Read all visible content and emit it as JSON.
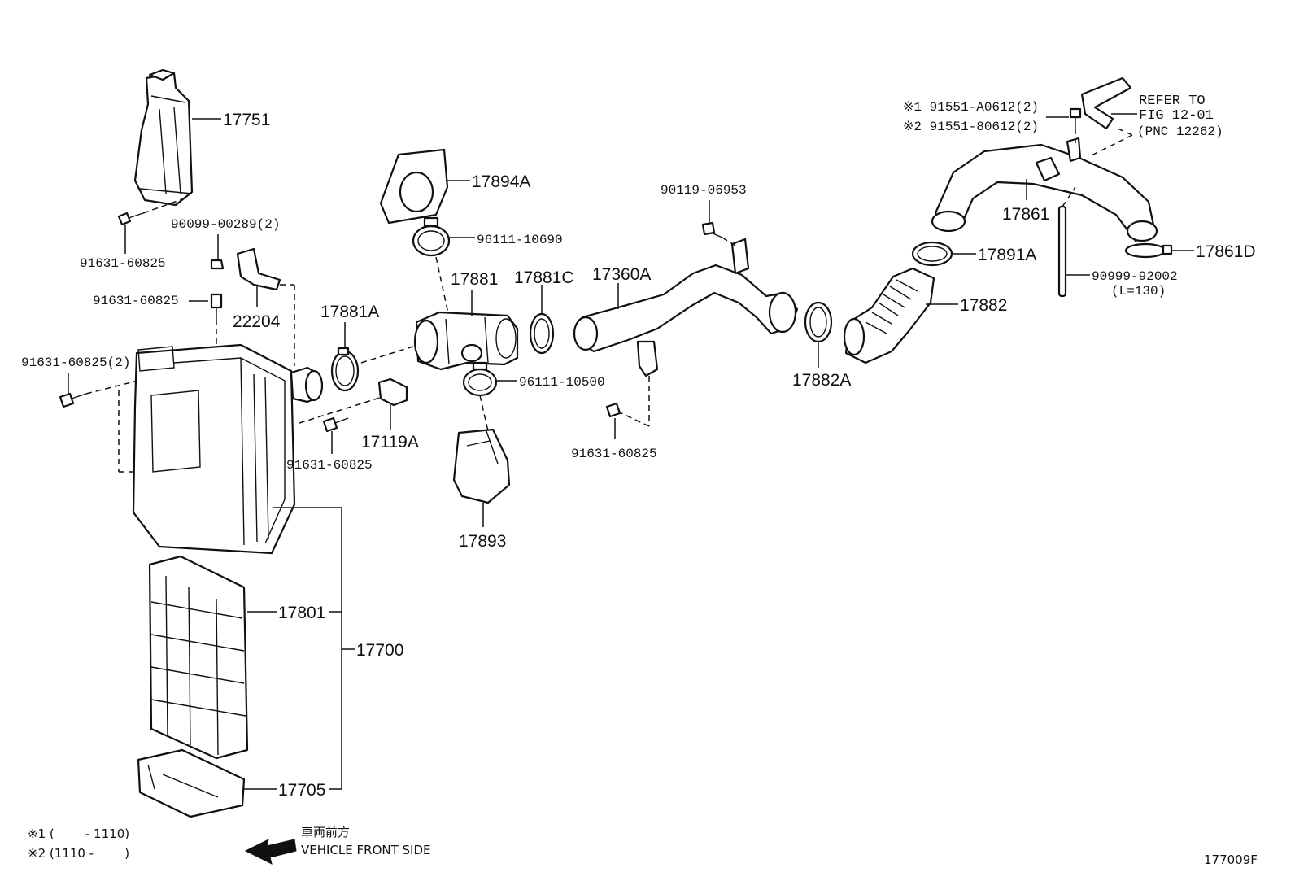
{
  "parts": {
    "p17751": "17751",
    "p90099_00289": "90099-00289(2)",
    "p91631_a": "91631-60825",
    "p91631_b": "91631-60825",
    "p91631_c": "91631-60825(2)",
    "p91631_d": "91631-60825",
    "p91631_e": "91631-60825",
    "p22204": "22204",
    "p17894A": "17894A",
    "p96111_10690": "96111-10690",
    "p17881": "17881",
    "p17881C": "17881C",
    "p17881A": "17881A",
    "p96111_10500": "96111-10500",
    "p17119A": "17119A",
    "p17893": "17893",
    "p90119_06953": "90119-06953",
    "p17360A": "17360A",
    "p17882A": "17882A",
    "p17882": "17882",
    "p17891A": "17891A",
    "p17861": "17861",
    "p17861D": "17861D",
    "p90999_92002": "90999-92002",
    "p90999_len": "(L=130)",
    "p17801": "17801",
    "p17700": "17700",
    "p17705": "17705"
  },
  "refs": {
    "bolt1": "※1 91551-A0612(2)",
    "bolt2": "※2 91551-80612(2)",
    "refer1": "REFER TO",
    "refer2": "FIG 12-01",
    "refer3": "(PNC 12262)"
  },
  "notes": {
    "n1": "※1 (        - 1110)",
    "n2": "※2 (1110 -        )",
    "front_jp": "車両前方",
    "front_en": "VEHICLE FRONT SIDE"
  },
  "figure_id": "177009F"
}
